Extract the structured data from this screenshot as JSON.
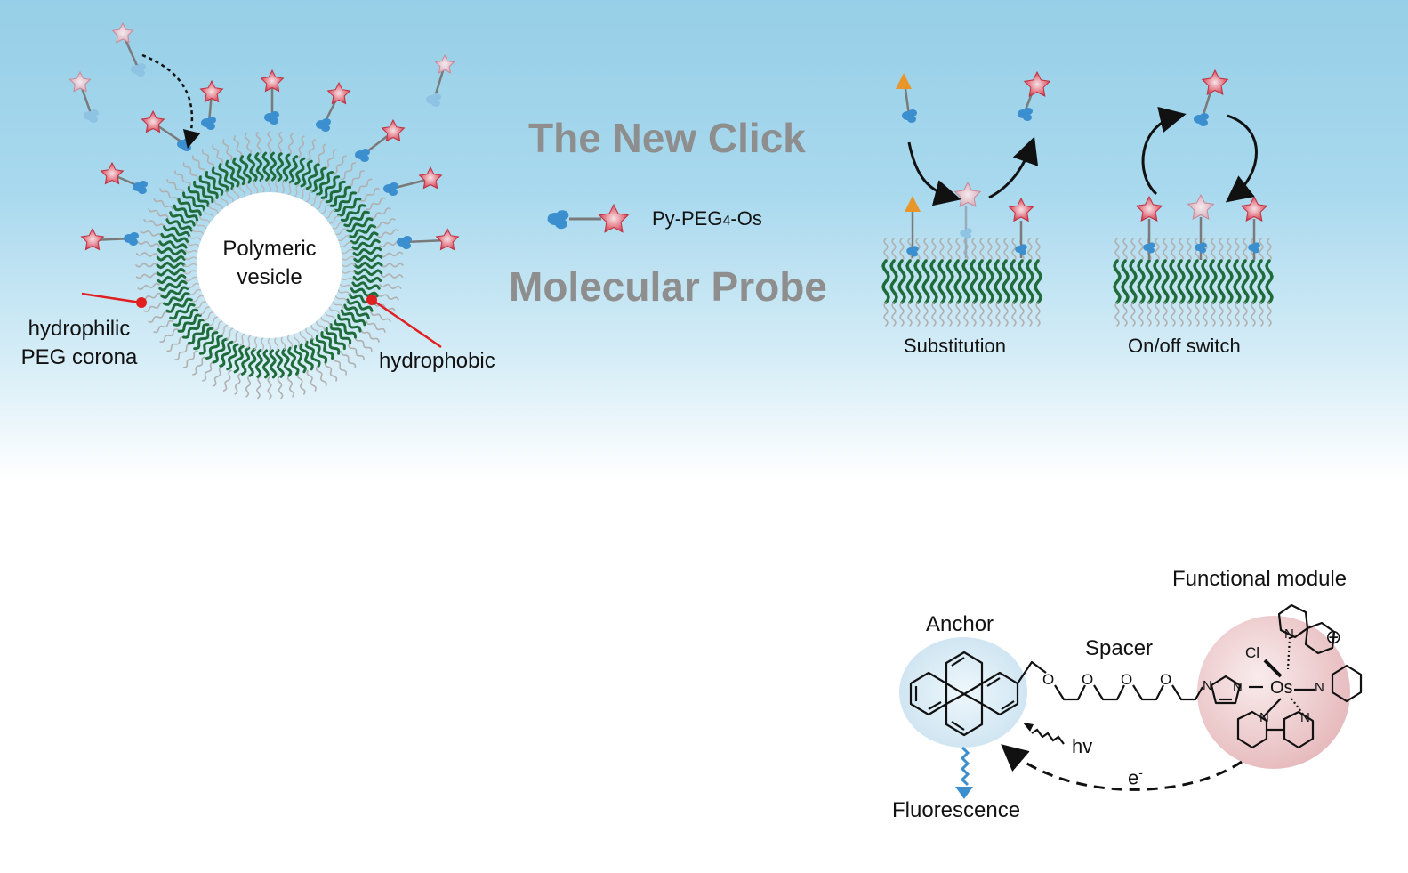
{
  "headline": {
    "line1": "The New Click",
    "line2": "Molecular Probe"
  },
  "legend": {
    "probe_label": "Py-PEG4-Os",
    "probe_prefix": "Py-PEG",
    "probe_subscript": "4",
    "probe_suffix": "-Os"
  },
  "vesicle": {
    "center_label_line1": "Polymeric",
    "center_label_line2": "vesicle",
    "hydrophilic_line1": "hydrophilic",
    "hydrophilic_line2": "PEG corona",
    "hydrophobic_label": "hydrophobic"
  },
  "panels": {
    "substitution_label": "Substitution",
    "switch_label": "On/off switch"
  },
  "structure": {
    "anchor_label": "Anchor",
    "spacer_label": "Spacer",
    "functional_label": "Functional module",
    "fluorescence_label": "Fluorescence",
    "hv_label": "hv",
    "electron_label": "e",
    "electron_sup": "-",
    "cl_label": "Cl",
    "os_label": "Os",
    "o_label": "O",
    "n_label": "N",
    "charge_symbol": "⊕"
  },
  "colors": {
    "background_top": "#96cfe7",
    "hydrophobic_green": "#1f6b3a",
    "peg_gray": "#b0b0b0",
    "pyrene_blue": "#3b8fcf",
    "star_red": "#d84a5c",
    "triangle_orange": "#e8952a",
    "leader_red": "#e02020",
    "anchor_halo": "#d4eaf5",
    "module_halo": "#eec9cb",
    "headline_gray": "#8e8e8e"
  }
}
